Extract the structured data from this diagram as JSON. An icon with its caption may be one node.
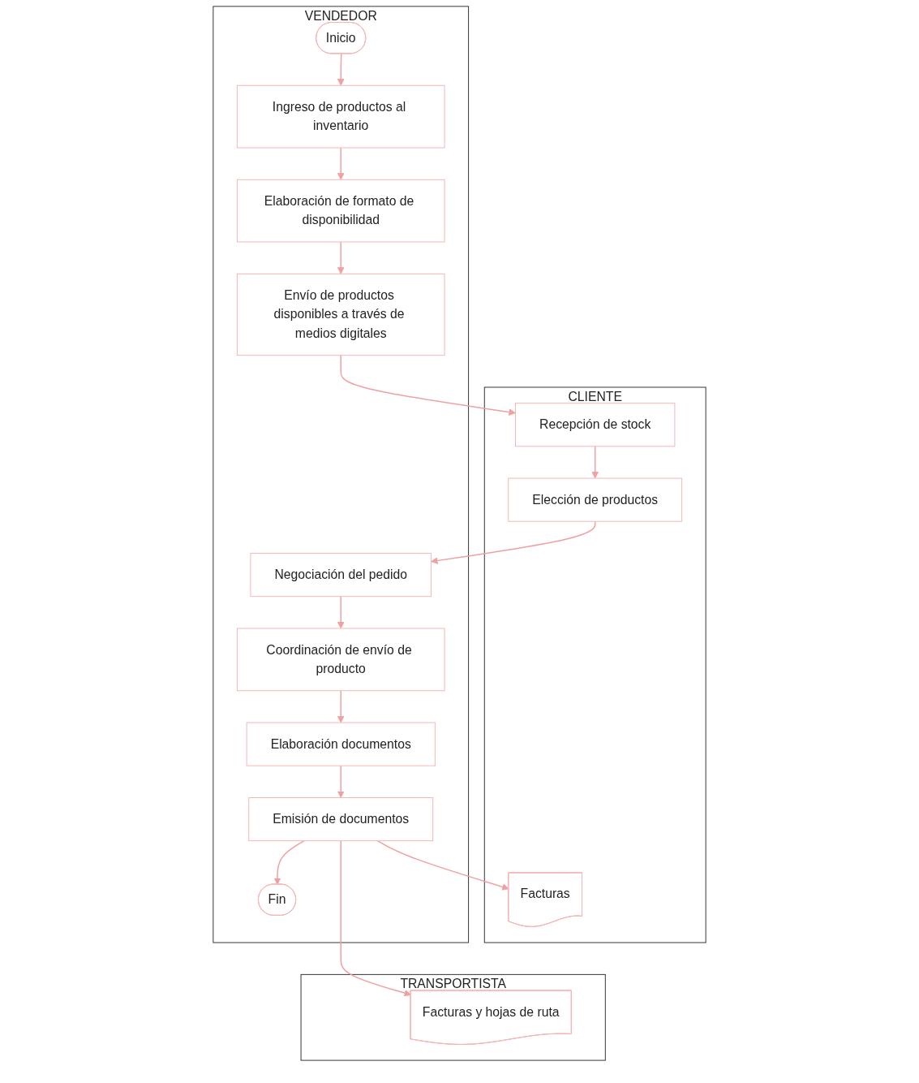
{
  "diagram": {
    "nodes": [
      {
        "text": [
          "VENDEDOR"
        ]
      },
      {
        "text": [
          "CLIENTE"
        ]
      },
      {
        "text": [
          "TRANSPORTISTA"
        ]
      },
      {
        "text": [
          "Inicio"
        ],
        "in": 0
      },
      {
        "text": [
          "Ingreso de productos al inventario"
        ],
        "in": 0
      },
      {
        "text": [
          "Elaboración de formato de disponibilidad"
        ],
        "in": 0
      },
      {
        "text": [
          "Envío de productos disponibles a través de medios digitales"
        ],
        "in": 0
      },
      {
        "text": [
          "Recepción de stock"
        ],
        "in": 1
      },
      {
        "text": [
          "Negociación del pedido"
        ],
        "in": 0
      },
      {
        "text": [
          "Elección de productos"
        ],
        "in": 1
      },
      {
        "text": [
          "Coordinación de envío de producto"
        ],
        "in": 0
      },
      {
        "text": [
          "Elaboración documentos"
        ],
        "in": 0
      },
      {
        "text": [
          "Facturas"
        ],
        "in": 1
      },
      {
        "text": [
          "Emisión de documentos"
        ],
        "in": 0
      },
      {
        "text": [
          "Facturas y hojas de ruta"
        ],
        "in": 2
      },
      {
        "text": [
          "Fin"
        ],
        "in": 0
      }
    ],
    "edges": [
      {
        "from": 3,
        "to": 4,
        "arrow": "to"
      },
      {
        "from": 4,
        "to": 5,
        "arrow": "to"
      },
      {
        "from": 5,
        "to": 6,
        "arrow": "to"
      },
      {
        "from": 6,
        "to": 7,
        "arrow": "to"
      },
      {
        "from": 7,
        "to": 9,
        "arrow": "to"
      },
      {
        "from": 9,
        "to": 8,
        "arrow": "to"
      },
      {
        "from": 8,
        "to": 10,
        "arrow": "to"
      },
      {
        "from": 10,
        "to": 11,
        "arrow": "to"
      },
      {
        "from": 11,
        "to": 13,
        "arrow": "to"
      },
      {
        "from": 13,
        "to": 12,
        "arrow": "to"
      },
      {
        "from": 13,
        "to": 14,
        "arrow": "to"
      },
      {
        "from": 13,
        "to": 15,
        "arrow": "to"
      }
    ]
  }
}
